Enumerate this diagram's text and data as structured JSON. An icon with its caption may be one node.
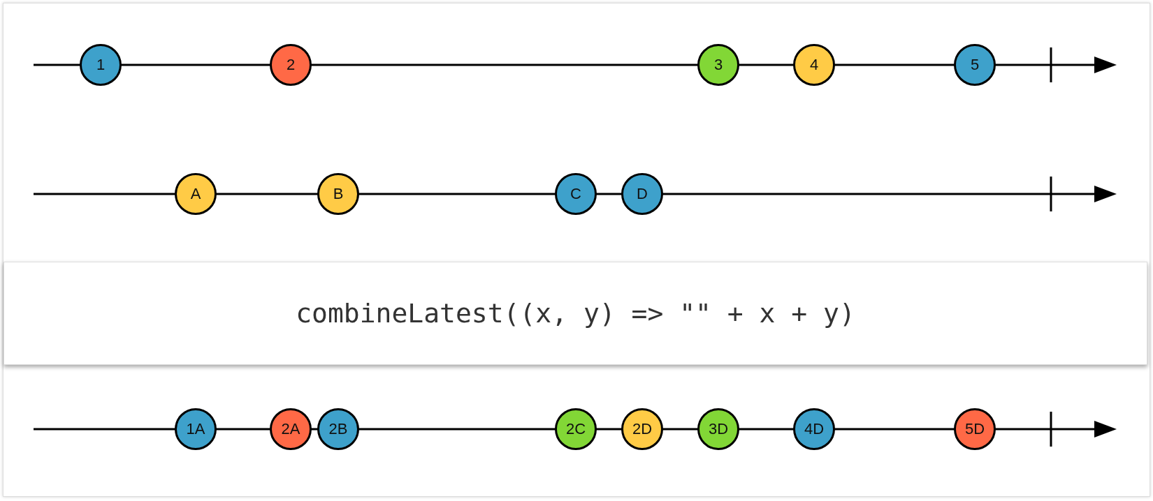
{
  "diagram": {
    "nodes": [
      {
        "text": [
          "1"
        ]
      },
      {
        "text": [
          "2"
        ]
      },
      {
        "text": [
          "3"
        ]
      },
      {
        "text": [
          "4"
        ]
      },
      {
        "text": [
          "5"
        ]
      },
      {
        "text": [
          "A"
        ]
      },
      {
        "text": [
          "B"
        ]
      },
      {
        "text": [
          "C"
        ]
      },
      {
        "text": [
          "D"
        ]
      },
      {
        "text": [
          "combineLatest((x, y) => \"\" + x + y)"
        ]
      },
      {
        "text": [
          "1A"
        ]
      },
      {
        "text": [
          "2A"
        ]
      },
      {
        "text": [
          "2B"
        ]
      },
      {
        "text": [
          "2C"
        ]
      },
      {
        "text": [
          "2D"
        ]
      },
      {
        "text": [
          "3D"
        ]
      },
      {
        "text": [
          "4D"
        ]
      },
      {
        "text": [
          "5D"
        ]
      }
    ],
    "edges": []
  }
}
